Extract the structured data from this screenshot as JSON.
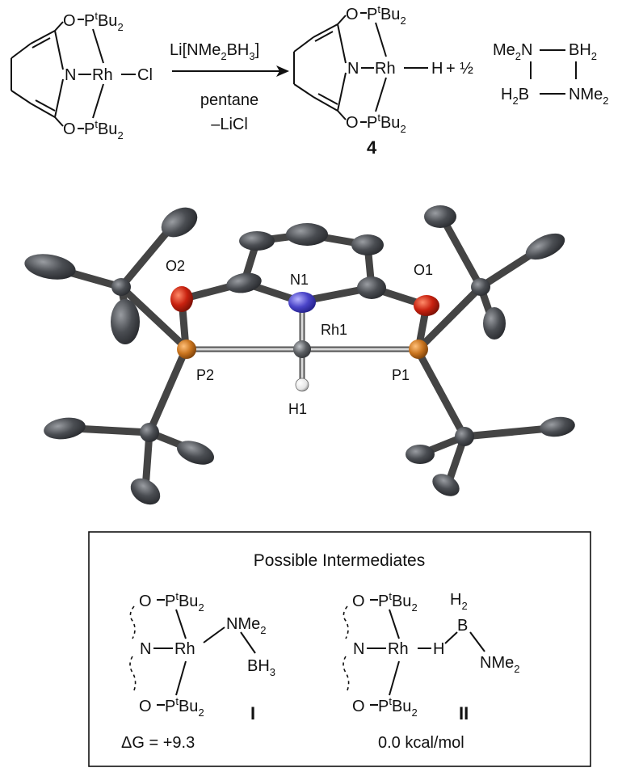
{
  "scheme": {
    "reactant": {
      "o_top": "O",
      "p_top": "P",
      "p_sup": "t",
      "bu_top": "Bu",
      "sub2": "2",
      "n": "N",
      "rh": "Rh",
      "cl": "Cl",
      "o_bot": "O",
      "p_bot": "P",
      "bu_bot": "Bu"
    },
    "reagent": {
      "a": "Li[NMe",
      "b": "2",
      "c": "BH",
      "d": "3",
      "e": "]"
    },
    "conditions": [
      "pentane",
      "–LiCl"
    ],
    "product": {
      "h": "H",
      "plus": "+ ½",
      "label": "4"
    },
    "byproduct": {
      "me2n": "Me",
      "bh2": "BH",
      "h2b": "H",
      "b": "B",
      "nme2": "NMe",
      "sub2": "2",
      "n": "N"
    }
  },
  "crystal": {
    "labels": {
      "O2": "O2",
      "N1": "N1",
      "O1": "O1",
      "Rh1": "Rh1",
      "P2": "P2",
      "P1": "P1",
      "H1": "H1"
    },
    "colors": {
      "carbon": "#4a4d52",
      "nitrogen": "#4a44c8",
      "oxygen": "#c8210f",
      "phosphorus": "#c9741e",
      "rhodium": "#5b5e62",
      "hydrogen": "#f2f2f2"
    }
  },
  "box": {
    "title": "Possible Intermediates",
    "I": {
      "label": "I",
      "dg": "ΔG = +9.3",
      "nme2": "NMe",
      "bh3": "BH"
    },
    "II": {
      "label": "II",
      "energy": "0.0 kcal/mol",
      "h2": "H",
      "b": "B",
      "h": "H",
      "nme2": "NMe"
    }
  }
}
